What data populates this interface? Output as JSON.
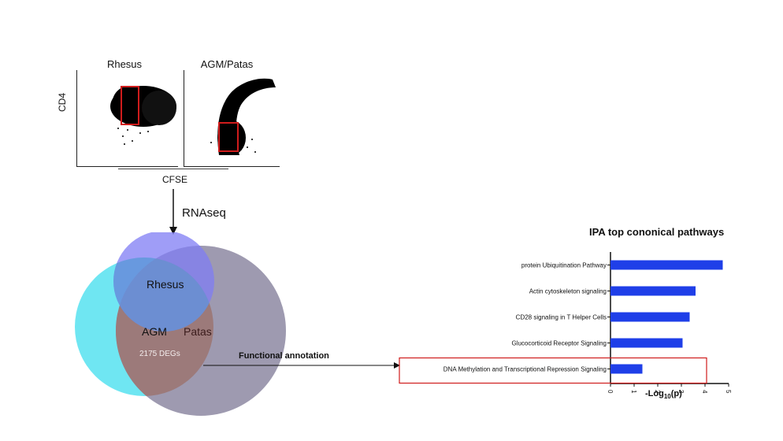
{
  "flow": {
    "panels": [
      {
        "title": "Rhesus"
      },
      {
        "title": "AGM/Patas"
      }
    ],
    "y_axis_label": "CD4",
    "x_axis_label": "CFSE"
  },
  "arrow_label": "RNAseq",
  "venn": {
    "labels": {
      "rhesus": "Rhesus",
      "agm": "AGM",
      "patas": "Patas",
      "degs": "2175 DEGs"
    },
    "colors": {
      "rhesus": "#7f7cf4",
      "agm": "#6fe6f2",
      "patas": "#9e9ab0",
      "overlap": "#9c7a7a"
    }
  },
  "functional_annotation_label": "Functional annotation",
  "chart_data": {
    "type": "bar",
    "orientation": "horizontal",
    "title": "IPA top cononical pathways",
    "xlabel": "-Log10(p)",
    "xlabel_base": "-Log",
    "xlabel_sub": "10",
    "xlabel_suffix": "(p)",
    "xlim": [
      0,
      5
    ],
    "ticks": [
      "0",
      "1",
      "2",
      "3",
      "4",
      "5"
    ],
    "categories": [
      "protein Ubiquitination Pathway",
      "Actin cytoskeleton signaling",
      "CD28 signaling in T Helper Cells",
      "Glucocorticoid Receptor Signaling",
      "DNA Methylation and Transcriptional Repression Signaling"
    ],
    "values": [
      4.75,
      3.6,
      3.35,
      3.05,
      1.35
    ],
    "bar_color": "#1f3fe8",
    "highlighted_category": "DNA Methylation and Transcriptional Repression Signaling",
    "highlight_color": "#d01c1c"
  }
}
